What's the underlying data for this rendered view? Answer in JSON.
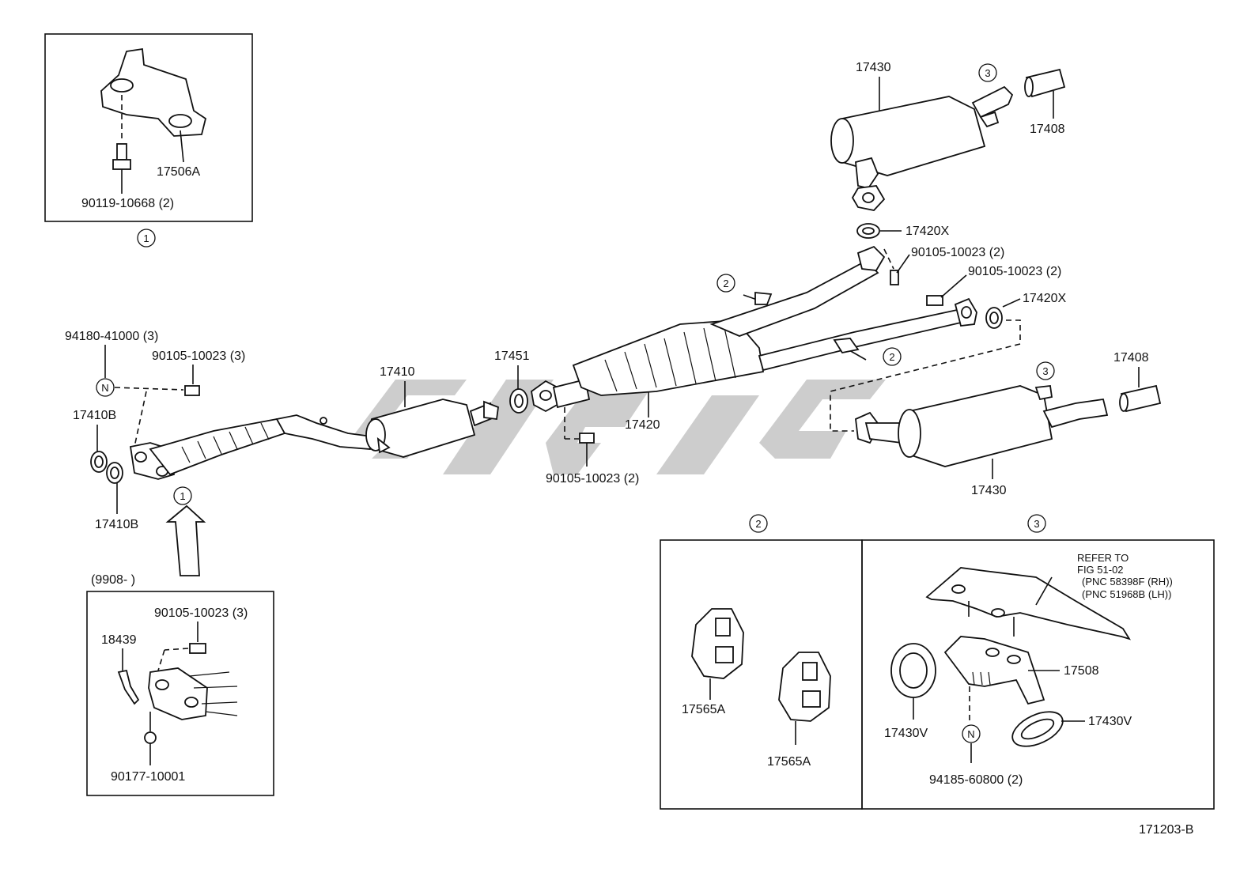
{
  "diagram": {
    "callout_1": "1",
    "callout_2": "2",
    "callout_3": "3",
    "callout_n": "N",
    "inset_1": {
      "bracket": "17506A",
      "bolt": "90119-10668 (2)"
    },
    "inset_date": {
      "range": "(9908-        )",
      "bolt": "90105-10023 (3)",
      "sensor": "18439",
      "nut": "90177-10001"
    },
    "front": {
      "nut": "94180-41000 (3)",
      "bolt": "90105-10023 (3)",
      "gasket_a": "17410B",
      "gasket_b": "17410B"
    },
    "mid": {
      "front_pipe": "17410",
      "gasket": "17451",
      "center_pipe": "17420",
      "bolt": "90105-10023 (2)"
    },
    "rear": {
      "muffler_top": "17430",
      "tip_top": "17408",
      "gasket_top": "17420X",
      "bolt_top": "90105-10023 (2)",
      "bolt_right": "90105-10023 (2)",
      "gasket_right": "17420X",
      "muffler_bottom": "17430",
      "tip_bottom": "17408"
    },
    "inset_2": {
      "hanger_a": "17565A",
      "hanger_b": "17565A"
    },
    "inset_3": {
      "ref_line1": "REFER TO",
      "ref_line2": "FIG 51-02",
      "ref_line3": "(PNC 58398F (RH))",
      "ref_line4": "(PNC 51968B (LH))",
      "bracket": "17508",
      "cushion_left": "17430V",
      "cushion_right": "17430V",
      "nut": "94185-60800 (2)"
    },
    "figure_code": "171203-B"
  },
  "colors": {
    "line": "#111111",
    "watermark": "#c8c8c8"
  }
}
